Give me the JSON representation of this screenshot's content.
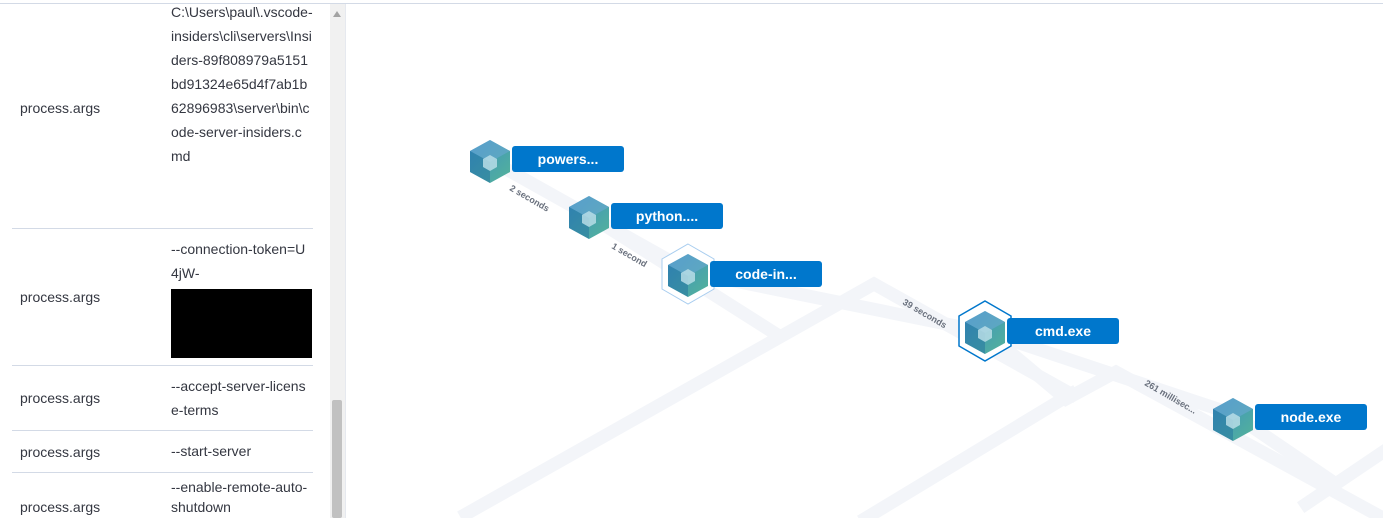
{
  "details": {
    "rows": [
      {
        "key": "process.args",
        "value": "C:\\Users\\paul\\.vscode-insiders\\cli\\servers\\Insiders-89f808979a5151bd91324e65d4f7ab1b62896983\\server\\bin\\code-server-insiders.cmd"
      },
      {
        "key": "process.args",
        "value": "--connection-token=U4jW-",
        "redacted": true
      },
      {
        "key": "process.args",
        "value": "--accept-server-license-terms"
      },
      {
        "key": "process.args",
        "value": "--start-server"
      },
      {
        "key": "process.args",
        "value": "--enable-remote-auto-shutdown"
      }
    ]
  },
  "graph": {
    "nodes": [
      {
        "label": "powers...",
        "icon": "cube-icon",
        "selected": false
      },
      {
        "label": "python....",
        "icon": "cube-icon",
        "selected": false
      },
      {
        "label": "code-in...",
        "icon": "cube-icon",
        "selected": "light"
      },
      {
        "label": "cmd.exe",
        "icon": "cube-icon",
        "selected": "strong"
      },
      {
        "label": "node.exe",
        "icon": "cube-icon",
        "selected": false
      }
    ],
    "edges": [
      "2 seconds",
      "1 second",
      "39 seconds",
      "261 millisec..."
    ]
  },
  "colors": {
    "label_bg": "#0077cc",
    "edge": "#f3f5f9",
    "ring": "#0077cc"
  }
}
